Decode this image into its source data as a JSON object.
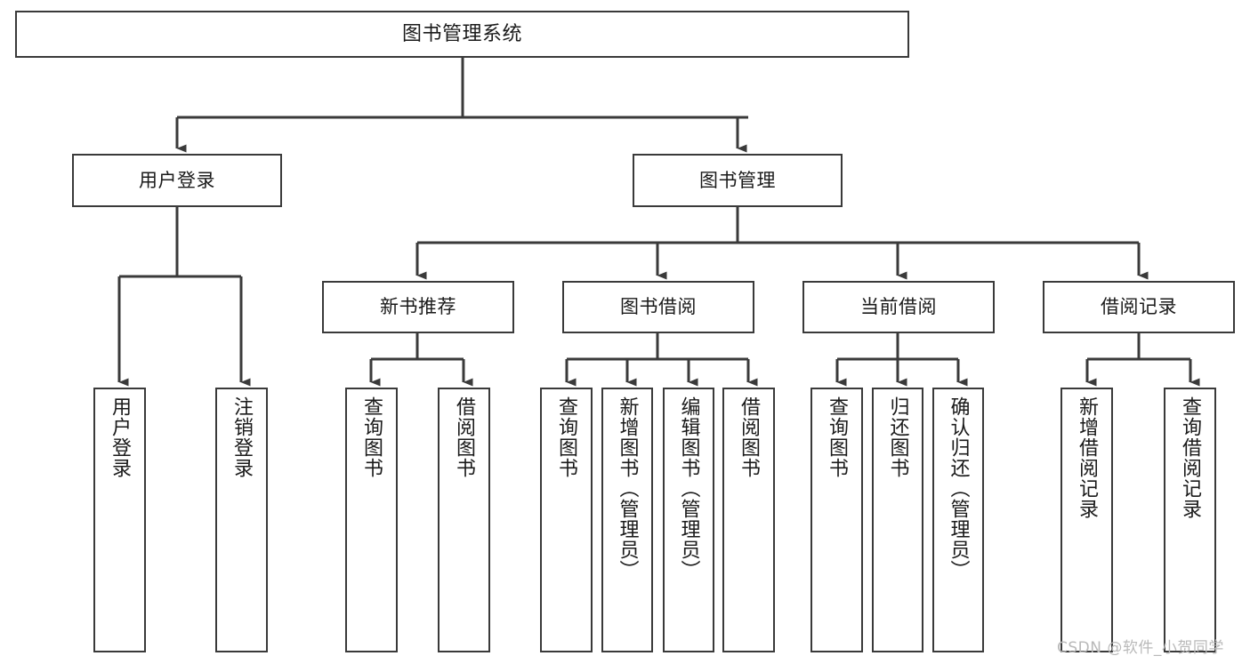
{
  "diagram": {
    "title": "图书管理系统",
    "type": "tree",
    "orientation": "top-down",
    "line_color": "#3a3a3a",
    "box_fill": "#ffffff",
    "text_color": "#1a1a1a",
    "nodes": {
      "root": {
        "label": "图书管理系统"
      },
      "level2": [
        {
          "id": "user-login",
          "label": "用户登录"
        },
        {
          "id": "book-manage",
          "label": "图书管理"
        }
      ],
      "level3": [
        {
          "id": "new-book-recommend",
          "label": "新书推荐"
        },
        {
          "id": "book-borrow",
          "label": "图书借阅"
        },
        {
          "id": "current-borrow",
          "label": "当前借阅"
        },
        {
          "id": "borrow-record",
          "label": "借阅记录"
        }
      ],
      "leaves": {
        "user-login": [
          {
            "id": "leaf-user-login",
            "label": "用户登录"
          },
          {
            "id": "leaf-logout",
            "label": "注销登录"
          }
        ],
        "new-book-recommend": [
          {
            "id": "leaf-query-book-1",
            "label": "查询图书"
          },
          {
            "id": "leaf-borrow-book-1",
            "label": "借阅图书"
          }
        ],
        "book-borrow": [
          {
            "id": "leaf-query-book-2",
            "label": "查询图书"
          },
          {
            "id": "leaf-add-book",
            "label": "新增图书（管理员）"
          },
          {
            "id": "leaf-edit-book",
            "label": "编辑图书（管理员）"
          },
          {
            "id": "leaf-borrow-book-2",
            "label": "借阅图书"
          }
        ],
        "current-borrow": [
          {
            "id": "leaf-query-book-3",
            "label": "查询图书"
          },
          {
            "id": "leaf-return-book",
            "label": "归还图书"
          },
          {
            "id": "leaf-confirm-return",
            "label": "确认归还（管理员）"
          }
        ],
        "borrow-record": [
          {
            "id": "leaf-add-record",
            "label": "新增借阅记录"
          },
          {
            "id": "leaf-query-record",
            "label": "查询借阅记录"
          }
        ]
      }
    }
  },
  "watermark": {
    "text": "CSDN @软件_小贺同学"
  }
}
